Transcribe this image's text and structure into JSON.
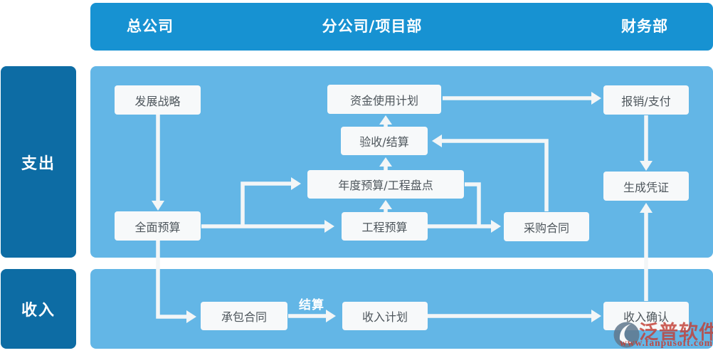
{
  "header": {
    "columns": [
      {
        "label": "总公司"
      },
      {
        "label": "分公司/项目部"
      },
      {
        "label": "财务部"
      }
    ]
  },
  "rows": [
    {
      "label": "支出"
    },
    {
      "label": "收入"
    }
  ],
  "nodes": {
    "strategy": "发展战略",
    "overall_budget": "全面预算",
    "fund_plan": "资金使用计划",
    "acceptance": "验收/结算",
    "annual_budget": "年度预算/工程盘点",
    "project_budget": "工程预算",
    "purchase_contract": "采购合同",
    "reimbursement": "报销/支付",
    "voucher": "生成凭证",
    "contract": "承包合同",
    "income_plan": "收入计划",
    "income_confirm": "收入确认"
  },
  "edge_labels": {
    "settlement": "结算"
  },
  "watermark": {
    "brand": "泛普软件",
    "url": "www.fanpusoft.com"
  },
  "colors": {
    "header_blue": "#1792d2",
    "sidebar_blue": "#0d6ca4",
    "panel_blue": "#63b6e6",
    "node_bg": "#f7f9fa",
    "node_text": "#4e565c",
    "arrow_white": "#f3f6f7",
    "logo_red": "#c23e34"
  }
}
